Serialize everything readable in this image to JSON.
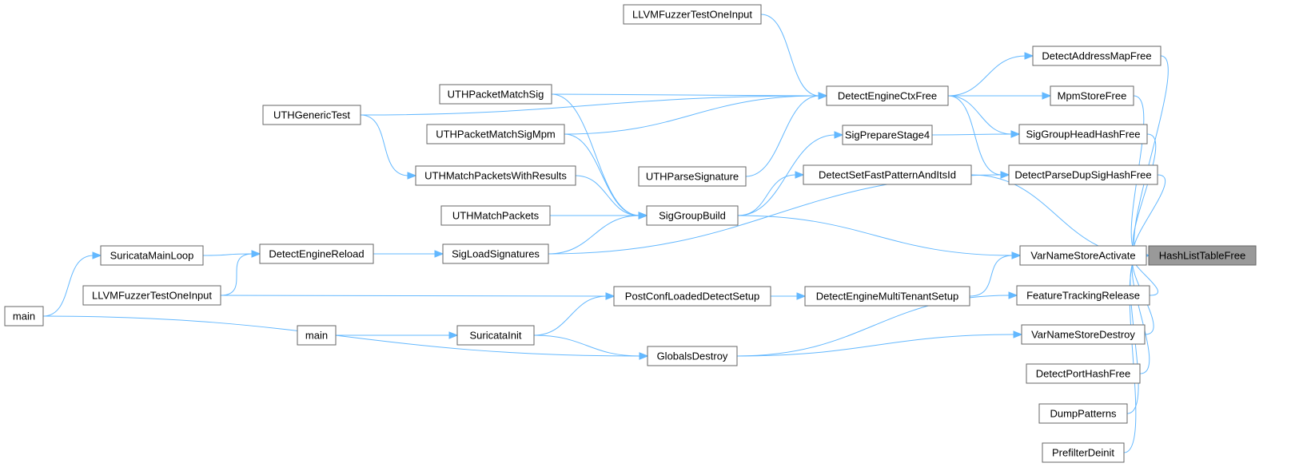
{
  "graph": {
    "title": "",
    "colors": {
      "edge": "#63b8ff",
      "node_border": "#666666",
      "focus_fill": "#999999",
      "node_fill": "#ffffff"
    },
    "nodes": [
      {
        "id": "hashlisttablefree",
        "label": "HashListTableFree",
        "focus": true
      },
      {
        "id": "detectaddressmapfree",
        "label": "DetectAddressMapFree"
      },
      {
        "id": "mpmstorefree",
        "label": "MpmStoreFree"
      },
      {
        "id": "siggroupheadhashfree",
        "label": "SigGroupHeadHashFree"
      },
      {
        "id": "detectparsedupsighashfree",
        "label": "DetectParseDupSigHashFree"
      },
      {
        "id": "varnamestoreactivate",
        "label": "VarNameStoreActivate"
      },
      {
        "id": "featuretrackingrelease",
        "label": "FeatureTrackingRelease"
      },
      {
        "id": "varnamestoredestroy",
        "label": "VarNameStoreDestroy"
      },
      {
        "id": "detectporthashfree",
        "label": "DetectPortHashFree"
      },
      {
        "id": "dumppatterns",
        "label": "DumpPatterns"
      },
      {
        "id": "prefilterdeinit",
        "label": "PrefilterDeinit"
      },
      {
        "id": "detectenginectxfree",
        "label": "DetectEngineCtxFree"
      },
      {
        "id": "llvmfuzzer1",
        "label": "LLVMFuzzerTestOneInput"
      },
      {
        "id": "sigpreparestage4",
        "label": "SigPrepareStage4"
      },
      {
        "id": "detectsetfastpattern",
        "label": "DetectSetFastPatternAndItsId"
      },
      {
        "id": "detectenginemultitenantsetup",
        "label": "DetectEngineMultiTenantSetup"
      },
      {
        "id": "uthgenerictest",
        "label": "UTHGenericTest"
      },
      {
        "id": "uthpacketmatchsig",
        "label": "UTHPacketMatchSig"
      },
      {
        "id": "uthpacketmatchsigmpm",
        "label": "UTHPacketMatchSigMpm"
      },
      {
        "id": "uthparsesignature",
        "label": "UTHParseSignature"
      },
      {
        "id": "uthmatchpacketswithresults",
        "label": "UTHMatchPacketsWithResults"
      },
      {
        "id": "uthmatchpackets",
        "label": "UTHMatchPackets"
      },
      {
        "id": "siggroupbuild",
        "label": "SigGroupBuild"
      },
      {
        "id": "sigloadsignatures",
        "label": "SigLoadSignatures"
      },
      {
        "id": "detectenginereload",
        "label": "DetectEngineReload"
      },
      {
        "id": "suricatamainloop",
        "label": "SuricataMainLoop"
      },
      {
        "id": "llvmfuzzer2",
        "label": "LLVMFuzzerTestOneInput"
      },
      {
        "id": "main1",
        "label": "main"
      },
      {
        "id": "postconfloadeddetectsetup",
        "label": "PostConfLoadedDetectSetup"
      },
      {
        "id": "main2",
        "label": "main"
      },
      {
        "id": "suricatainit",
        "label": "SuricataInit"
      },
      {
        "id": "globalsdestroy",
        "label": "GlobalsDestroy"
      }
    ],
    "edges": [
      {
        "from": "detectaddressmapfree",
        "to": "hashlisttablefree"
      },
      {
        "from": "mpmstorefree",
        "to": "hashlisttablefree"
      },
      {
        "from": "siggroupheadhashfree",
        "to": "hashlisttablefree"
      },
      {
        "from": "detectparsedupsighashfree",
        "to": "hashlisttablefree"
      },
      {
        "from": "detectsetfastpattern",
        "to": "hashlisttablefree"
      },
      {
        "from": "varnamestoreactivate",
        "to": "hashlisttablefree"
      },
      {
        "from": "featuretrackingrelease",
        "to": "hashlisttablefree"
      },
      {
        "from": "varnamestoredestroy",
        "to": "hashlisttablefree"
      },
      {
        "from": "detectporthashfree",
        "to": "hashlisttablefree"
      },
      {
        "from": "dumppatterns",
        "to": "hashlisttablefree"
      },
      {
        "from": "prefilterdeinit",
        "to": "hashlisttablefree"
      },
      {
        "from": "detectenginectxfree",
        "to": "detectaddressmapfree"
      },
      {
        "from": "detectenginectxfree",
        "to": "mpmstorefree"
      },
      {
        "from": "detectenginectxfree",
        "to": "siggroupheadhashfree"
      },
      {
        "from": "detectenginectxfree",
        "to": "detectparsedupsighashfree"
      },
      {
        "from": "sigpreparestage4",
        "to": "siggroupheadhashfree"
      },
      {
        "from": "llvmfuzzer1",
        "to": "detectenginectxfree"
      },
      {
        "from": "uthgenerictest",
        "to": "detectenginectxfree"
      },
      {
        "from": "uthpacketmatchsig",
        "to": "detectenginectxfree"
      },
      {
        "from": "uthpacketmatchsigmpm",
        "to": "detectenginectxfree"
      },
      {
        "from": "uthparsesignature",
        "to": "detectenginectxfree"
      },
      {
        "from": "siggroupbuild",
        "to": "sigpreparestage4"
      },
      {
        "from": "siggroupbuild",
        "to": "detectsetfastpattern"
      },
      {
        "from": "siggroupbuild",
        "to": "varnamestoreactivate"
      },
      {
        "from": "sigloadsignatures",
        "to": "detectparsedupsighashfree"
      },
      {
        "from": "sigloadsignatures",
        "to": "siggroupbuild"
      },
      {
        "from": "uthpacketmatchsig",
        "to": "siggroupbuild"
      },
      {
        "from": "uthpacketmatchsigmpm",
        "to": "siggroupbuild"
      },
      {
        "from": "uthmatchpacketswithresults",
        "to": "siggroupbuild"
      },
      {
        "from": "uthmatchpackets",
        "to": "siggroupbuild"
      },
      {
        "from": "uthgenerictest",
        "to": "uthmatchpacketswithresults"
      },
      {
        "from": "detectenginereload",
        "to": "sigloadsignatures"
      },
      {
        "from": "suricatamainloop",
        "to": "detectenginereload"
      },
      {
        "from": "llvmfuzzer2",
        "to": "detectenginereload"
      },
      {
        "from": "main1",
        "to": "suricatamainloop"
      },
      {
        "from": "llvmfuzzer2",
        "to": "postconfloadeddetectsetup"
      },
      {
        "from": "postconfloadeddetectsetup",
        "to": "detectenginemultitenantsetup"
      },
      {
        "from": "detectenginemultitenantsetup",
        "to": "varnamestoreactivate"
      },
      {
        "from": "suricatainit",
        "to": "postconfloadeddetectsetup"
      },
      {
        "from": "main2",
        "to": "suricatainit"
      },
      {
        "from": "suricatainit",
        "to": "globalsdestroy"
      },
      {
        "from": "main1",
        "to": "globalsdestroy"
      },
      {
        "from": "globalsdestroy",
        "to": "featuretrackingrelease"
      },
      {
        "from": "globalsdestroy",
        "to": "varnamestoredestroy"
      }
    ]
  }
}
